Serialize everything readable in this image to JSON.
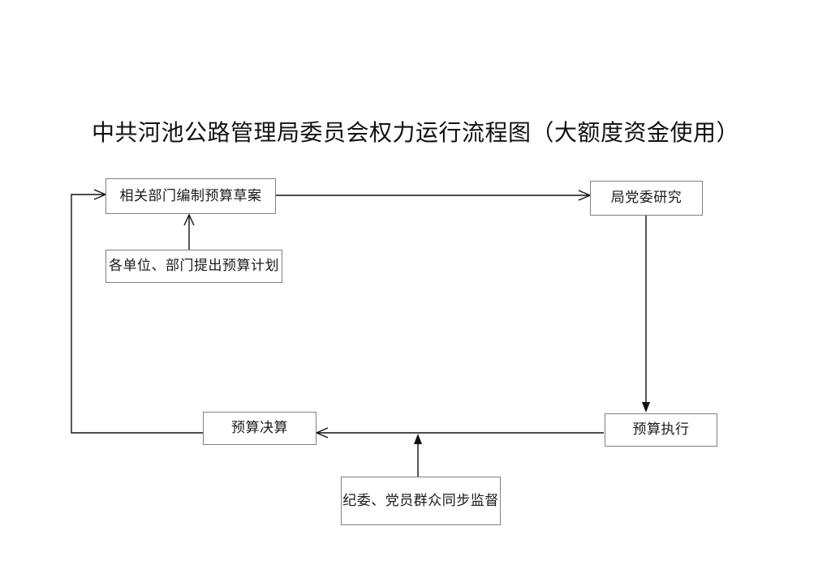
{
  "document": {
    "title": "中共河池公路管理局委员会权力运行流程图（大额度资金使用）",
    "background_color": "#ffffff",
    "line_color": "#111111",
    "box_border_color": "#808080",
    "text_color": "#1a1a1a"
  },
  "nodes": [
    {
      "id": "draft",
      "label": "相关部门编制预算草案"
    },
    {
      "id": "plan",
      "label": "各单位、部门提出预算计划"
    },
    {
      "id": "review",
      "label": "局党委研究"
    },
    {
      "id": "execute",
      "label": "预算执行"
    },
    {
      "id": "settlement",
      "label": "预算决算"
    },
    {
      "id": "supervision",
      "label": "纪委、党员群众同步监督"
    }
  ],
  "edges": [
    {
      "from": "plan",
      "to": "draft",
      "direction": "up",
      "arrow": "open"
    },
    {
      "from": "draft",
      "to": "review",
      "direction": "right",
      "arrow": "open"
    },
    {
      "from": "review",
      "to": "execute",
      "direction": "down",
      "arrow": "solid"
    },
    {
      "from": "execute",
      "to": "settlement",
      "direction": "left",
      "arrow": "open"
    },
    {
      "from": "supervision",
      "to": "settlement",
      "direction": "up",
      "arrow": "solid"
    },
    {
      "from": "settlement",
      "to": "draft",
      "direction": "left-loop-up",
      "arrow": "open"
    }
  ]
}
